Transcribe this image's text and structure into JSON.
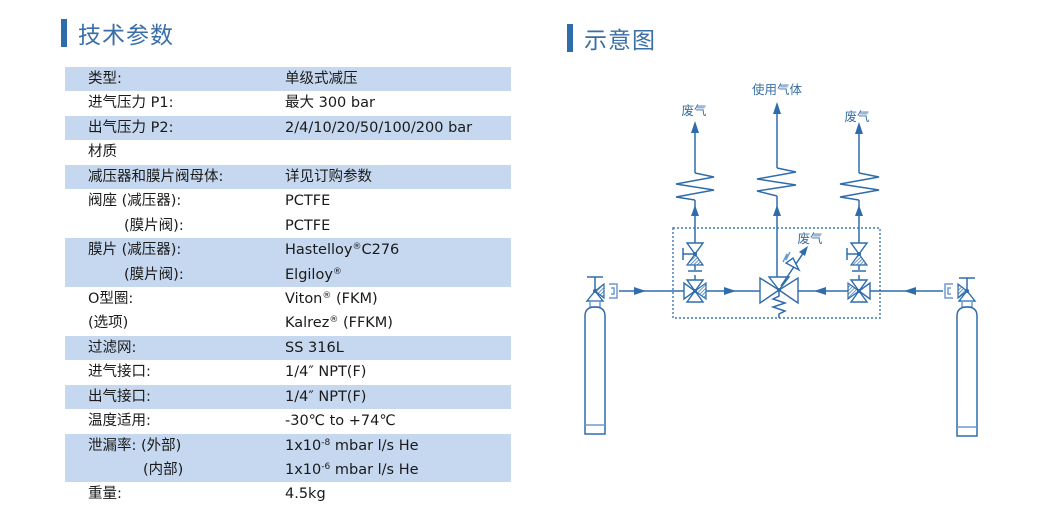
{
  "left_section": {
    "title": "技术参数",
    "rows": [
      {
        "label": "类型:",
        "value": "单级式减压",
        "sup": "",
        "post": "",
        "shaded": true,
        "indent": 0
      },
      {
        "label": "进气压力 P1:",
        "value": "最大 300 bar",
        "sup": "",
        "post": "",
        "shaded": false,
        "indent": 0
      },
      {
        "label": "出气压力 P2:",
        "value": "2/4/10/20/50/100/200 bar",
        "sup": "",
        "post": "",
        "shaded": true,
        "indent": 0
      },
      {
        "label": "材质",
        "value": "",
        "sup": "",
        "post": "",
        "shaded": false,
        "indent": 0
      },
      {
        "label": "减压器和膜片阀母体:",
        "value": "详见订购参数",
        "sup": "",
        "post": "",
        "shaded": true,
        "indent": 0
      },
      {
        "label": "阀座 (减压器):",
        "value": "PCTFE",
        "sup": "",
        "post": "",
        "shaded": false,
        "indent": 0
      },
      {
        "label": "(膜片阀):",
        "value": "PCTFE",
        "sup": "",
        "post": "",
        "shaded": false,
        "indent": 1
      },
      {
        "label": "膜片 (减压器):",
        "value": "Hastelloy",
        "sup": "®",
        "post": "C276",
        "shaded": true,
        "indent": 0
      },
      {
        "label": "(膜片阀):",
        "value": "Elgiloy",
        "sup": "®",
        "post": "",
        "shaded": true,
        "indent": 1
      },
      {
        "label": "O型圈:",
        "value": "Viton",
        "sup": "®",
        "post": " (FKM)",
        "shaded": false,
        "indent": 0
      },
      {
        "label": "(选项)",
        "value": "Kalrez",
        "sup": "®",
        "post": " (FFKM)",
        "shaded": false,
        "indent": 0
      },
      {
        "label": "过滤网:",
        "value": "SS 316L",
        "sup": "",
        "post": "",
        "shaded": true,
        "indent": 0
      },
      {
        "label": "进气接口:",
        "value": "1/4″  NPT(F)",
        "sup": "",
        "post": "",
        "shaded": false,
        "indent": 0
      },
      {
        "label": "出气接口:",
        "value": "1/4″  NPT(F)",
        "sup": "",
        "post": "",
        "shaded": true,
        "indent": 0
      },
      {
        "label": "温度适用:",
        "value": "-30℃ to +74℃",
        "sup": "",
        "post": "",
        "shaded": false,
        "indent": 0
      },
      {
        "label": "泄漏率: (外部)",
        "value": "1x10",
        "sup": "-8",
        "post": " mbar l/s He",
        "shaded": true,
        "indent": 0
      },
      {
        "label": "(内部)",
        "value": "1x10",
        "sup": "-6",
        "post": " mbar l/s He",
        "shaded": true,
        "indent": 2
      },
      {
        "label": "重量:",
        "value": "4.5kg",
        "sup": "",
        "post": "",
        "shaded": false,
        "indent": 0
      }
    ]
  },
  "right_section": {
    "title": "示意图",
    "diagram": {
      "outlet_label": "使用气体",
      "vent_left_label": "废气",
      "vent_right_label": "废气",
      "relief_vent_label": "废气"
    }
  },
  "colors": {
    "accent": "#2f6cab",
    "title_text": "#3a6ea6",
    "row_shade": "#c5d8ef"
  }
}
